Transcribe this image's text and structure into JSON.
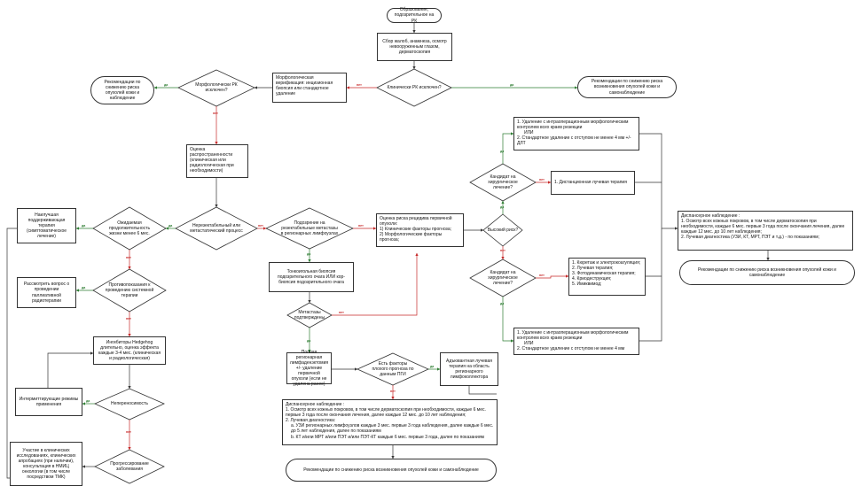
{
  "edge_labels": {
    "yes": "да",
    "no": "нет"
  },
  "colors": {
    "yes": "#2e7d32",
    "no": "#c62828",
    "neutral": "#333333"
  },
  "nodes": {
    "start": "Образование, подозрительное на РК",
    "complaints": "Сбор жалоб, анамнеза, осмотр невооруженным глазом, дерматоскопия",
    "q_exclude_clin": "Клинически РК исключен?",
    "rec_top_right": "Рекомендации по снижению риска возникновения опухолей кожи и самонаблюдение",
    "morph_verif": "Морфологическая верификация: инцизионная биопсия или стандартное удаление",
    "q_exclude_morph": "Морфологически РК исключен?",
    "rec_top_left": "Рекомендации по снижению риска опухолей кожи и наблюдение",
    "spread_eval": "Оценка распространенности (клиническая или радиологическая при необходимости)",
    "q_unresectable": "Нерезектабельный или метастатический процесс",
    "q_life": "Ожидаемая продолжительность жизни менее 6 мес.",
    "palliative": "Наилучшая поддерживающая терапия (симптоматическое лечение)",
    "q_contra": "Противопоказания к проведению системной терапии",
    "consider_rt": "Рассмотреть вопрос о проведении паллиативной радиотерапии",
    "hedgehog": "Ингибиторы Hedgehog длительно, оценка эффекта каждые 3-4 мес. (клиническая и радиологическая)",
    "q_intolerance": "Непереносимость",
    "intermittent": "Интермиттирующие режимы применения",
    "q_progress": "Прогрессирование заболевания",
    "clinical_trials": "Участие в клинических исследованиях, клинических апробациях (при наличии), консультация в НМИЦ онкологии (в том числе посредством ТМК)",
    "q_metastasis_susp": "Подозрение на резектабельные метастазы в регионарных лимфоузлах",
    "biopsy": "Тонкоигольная биопсия подозрительного очага ИЛИ кор-биопсия подозрительного очага",
    "q_mets_confirmed": "Метастазы подтверждены",
    "lymph_dissection": "Полная регионарная лимфаденэктомия +/- удаление первичной опухоли (если не удалена ранее)",
    "q_poor_factors": "Есть факторы плохого прогноза по данным ПГИ",
    "adjuvant_rt": "Адъювантная лучевая терапия на область регионарного лимфоколлектора",
    "followup_bottom_title": "Диспансерное наблюдение :",
    "followup_bottom_1": "1. Осмотр всех кожных покровов, в том числе дерматоскопия при необходимости, каждые 6 мес. первые 3 года после окончания лечения, далее каждые 12 мес. до 10 лет наблюдения;",
    "followup_bottom_2": "2. Лучевая диагностика:",
    "followup_bottom_2a": "а. УЗИ регионарных лимфоузлов каждые 3 мес. первые 3 года наблюдения, далее каждые 6 мес. до 5 лет наблюдения, далее по показаниям",
    "followup_bottom_2b": "b. КТ и/или МРТ и/или ПЭТ и/или ПЭТ-КТ каждые 6 мес. первые 3 года, далее по показаниям",
    "rec_bottom": "Рекомендации по снижению риска возникновения опухолей кожи и самонаблюдение",
    "recurrence_risk_title": "Оценка риска рецидива первичной опухоли:",
    "recurrence_risk_1": "1) Клинические факторы прогноза;",
    "recurrence_risk_2": "2) Морфологические факторы прогноза;",
    "q_high_risk": "Высокий риск?",
    "q_surgery_top": "Кандидат на хирургическое лечение?",
    "q_surgery_bottom": "Кандидат на хирургическое лечение?",
    "surgery_opts_top_1": "1. Удаление с интраоперационным морфологическим контролем всех краев резекции",
    "surgery_opts_top_or": "ИЛИ",
    "surgery_opts_top_2": "2. Стандартное удаление с отступом не менее 4 мм +/- ДЛТ",
    "remote_rt": "1. Дистанционная лучевая терапия",
    "nonsurgical_1": "1. Кюретаж и электрокоагуляция;",
    "nonsurgical_2": "2. Лучевая терапия;",
    "nonsurgical_3": "3. Фотодинамическая терапия;",
    "nonsurgical_4": "4. Криодеструкция;",
    "nonsurgical_5": "5. Имиквимод;",
    "surgery_opts_bottom_1": "1. Удаление с интраоперационным морфологическим контролем всех краев резекции",
    "surgery_opts_bottom_or": "ИЛИ",
    "surgery_opts_bottom_2": "2. Стандартное удаление с отступом не менее 4 мм",
    "followup_right_title": "Диспансерное наблюдение :",
    "followup_right_1": "1. Осмотр всех кожных покровов, в том числе дерматоскопия при необходимости, каждые 6 мес. первые 3 года после окончания лечения, далее каждые 12 мес. до 10 лет наблюдения;",
    "followup_right_2": "2. Лучевая диагностика (УЗИ, КТ, МРТ, ПЭТ и т.д.) - по показаниям;",
    "rec_right": "Рекомендации по снижению риска возникновения опухолей кожи и самонаблюдение"
  }
}
